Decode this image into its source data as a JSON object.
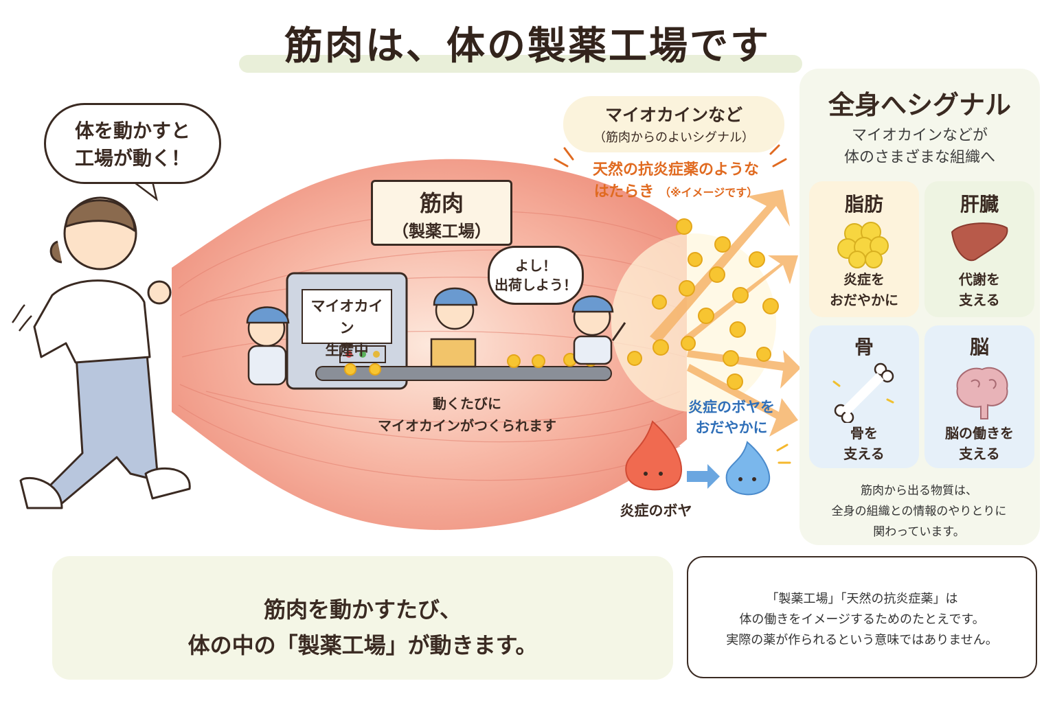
{
  "title": "筋肉は、体の製薬工場です",
  "speech_bubble": {
    "line1": "体を動かすと",
    "line2": "工場が動く！"
  },
  "myokine_bubble": {
    "title": "マイオカインなど",
    "subtitle": "（筋肉からのよいシグナル）"
  },
  "anti_inflammatory": {
    "line1": "天然の抗炎症薬のような",
    "line2": "はたらき",
    "note": "（※イメージです）"
  },
  "muscle_label": {
    "line1": "筋肉",
    "line2": "（製薬工場）"
  },
  "machine": {
    "line1": "マイオカイン",
    "line2": "生産中"
  },
  "worker_bubble": {
    "line1": "よし！",
    "line2": "出荷しよう！"
  },
  "belt_caption": {
    "line1": "動くたびに",
    "line2": "マイオカインがつくられます"
  },
  "calming": {
    "line1": "炎症のボヤを",
    "line2": "おだやかに"
  },
  "fire_label": "炎症のボヤ",
  "signal_panel": {
    "title": "全身へシグナル",
    "subtitle_line1": "マイオカインなどが",
    "subtitle_line2": "体のさまざまな組織へ",
    "cards": [
      {
        "name": "脂肪",
        "desc_line1": "炎症を",
        "desc_line2": "おだやかに",
        "bg": "#fdf3dc",
        "icon": "fat-cells-icon"
      },
      {
        "name": "肝臓",
        "desc_line1": "代謝を",
        "desc_line2": "支える",
        "bg": "#eef4e2",
        "icon": "liver-icon"
      },
      {
        "name": "骨",
        "desc_line1": "骨を",
        "desc_line2": "支える",
        "bg": "#e6f0f9",
        "icon": "bone-icon"
      },
      {
        "name": "脳",
        "desc_line1": "脳の働きを",
        "desc_line2": "支える",
        "bg": "#e6f0f9",
        "icon": "brain-icon"
      }
    ],
    "footer_line1": "筋肉から出る物質は、",
    "footer_line2": "全身の組織との情報のやりとりに",
    "footer_line3": "関わっています。"
  },
  "bottom_message": {
    "line1": "筋肉を動かすたび、",
    "line2": "体の中の「製薬工場」が動きます。"
  },
  "disclaimer": {
    "line1": "「製薬工場」「天然の抗炎症薬」は",
    "line2": "体の働きをイメージするためのたとえです。",
    "line3": "実際の薬が作られるという意味ではありません。"
  },
  "colors": {
    "muscle": "#f2a090",
    "accent_orange": "#e06a20",
    "accent_blue": "#2f6fb8",
    "myokine_ball": "#f7c531"
  }
}
